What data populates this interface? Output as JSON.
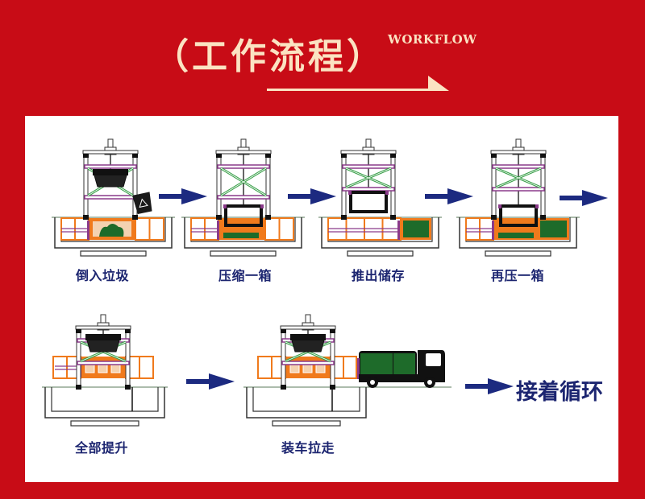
{
  "header": {
    "title": "（工作流程）",
    "subtitle": "WORKFLOW"
  },
  "colors": {
    "background": "#c80c16",
    "title_text": "#fbe3c2",
    "panel": "#ffffff",
    "label_text": "#1c2570",
    "arrow": "#1c2a80",
    "frame_orange": "#f07a1c",
    "garbage_green": "#1e6b2a",
    "brace_green": "#3aa04a",
    "beam_purple": "#8a3a8a",
    "truck_black": "#111111"
  },
  "steps": [
    {
      "id": "dump",
      "label": "倒入垃圾",
      "state": "dump"
    },
    {
      "id": "compress",
      "label": "压缩一箱",
      "state": "compress"
    },
    {
      "id": "push",
      "label": "推出储存",
      "state": "push"
    },
    {
      "id": "recompress",
      "label": "再压一箱",
      "state": "recompress"
    },
    {
      "id": "lift",
      "label": "全部提升",
      "state": "lift"
    },
    {
      "id": "load",
      "label": "装车拉走",
      "state": "load"
    }
  ],
  "final": {
    "label": "接着循环"
  },
  "icons": {
    "flow_arrow": "right-arrow-icon",
    "recycle_bin": "recycle-bin-icon",
    "truck": "truck-icon"
  }
}
